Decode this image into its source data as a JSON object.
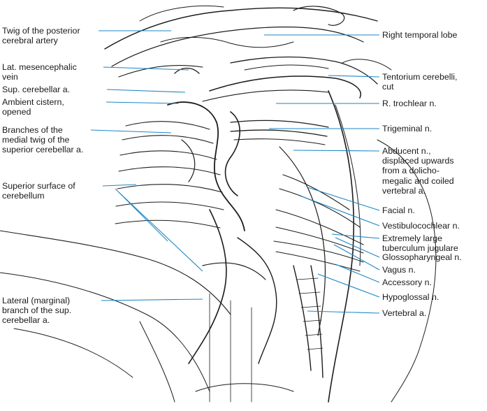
{
  "labels": {
    "posterior_twig": "Twig of the posterior\ncerebral artery",
    "mesencephalic_vein": "Lat. mesencephalic\nvein",
    "sup_cerebellar": "Sup. cerebellar a.",
    "ambient_cistern": "Ambient cistern,\nopened",
    "medial_twig_branches": "Branches of the\nmedial twig of the\nsuperior cerebellar a.",
    "superior_surface": "Superior surface of\ncerebellum",
    "lateral_branch": "Lateral (marginal)\nbranch of the sup.\ncerebellar a.",
    "temporal_lobe": "Right temporal lobe",
    "tentorium": "Tentorium cerebelli,\ncut",
    "trochlear": "R. trochlear n.",
    "trigeminal": "Trigeminal n.",
    "abducent": "Abducent n.,\ndisplaced upwards\nfrom a dolicho-\nmegalic and coiled\nvertebral a.",
    "facial": "Facial n.",
    "vestibulocochlear": "Vestibulocochlear n.",
    "tuberculum": "Extremely large\ntuberculum jugulare",
    "glossopharyngeal": "Glossopharyngeal n.",
    "vagus": "Vagus n.",
    "accessory": "Accessory n.",
    "hypoglossal": "Hypoglossal n.",
    "vertebral": "Vertebral a."
  },
  "colors": {
    "leader_line": "#1d86c4",
    "ink": "#1c1c1c",
    "background": "#ffffff"
  }
}
